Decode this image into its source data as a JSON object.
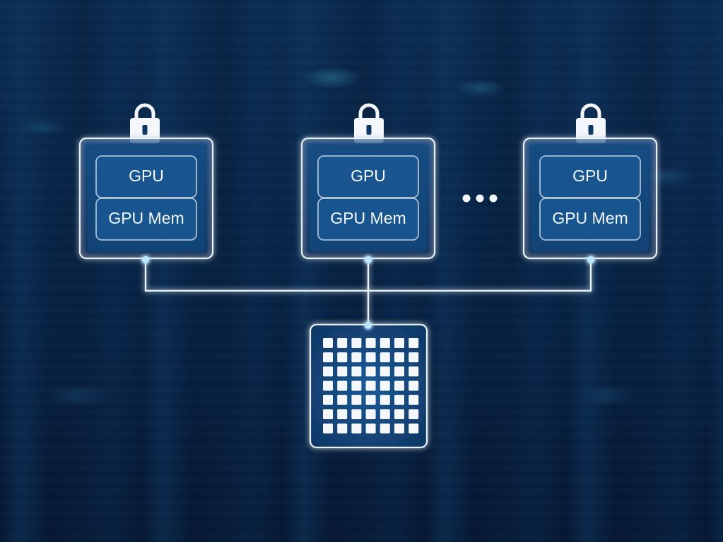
{
  "nodes": [
    {
      "gpu_label": "GPU",
      "mem_label": "GPU Mem"
    },
    {
      "gpu_label": "GPU",
      "mem_label": "GPU Mem"
    },
    {
      "gpu_label": "GPU",
      "mem_label": "GPU Mem"
    }
  ],
  "colors": {
    "background": "#061a33",
    "line": "#e8f2fb",
    "glow": "#4fb4ff",
    "box_fill": "#12457a"
  },
  "icons": {
    "lock": "lock-icon",
    "ellipsis": "ellipsis-icon",
    "connector": "connector-dot",
    "chip": "chip-grid"
  }
}
